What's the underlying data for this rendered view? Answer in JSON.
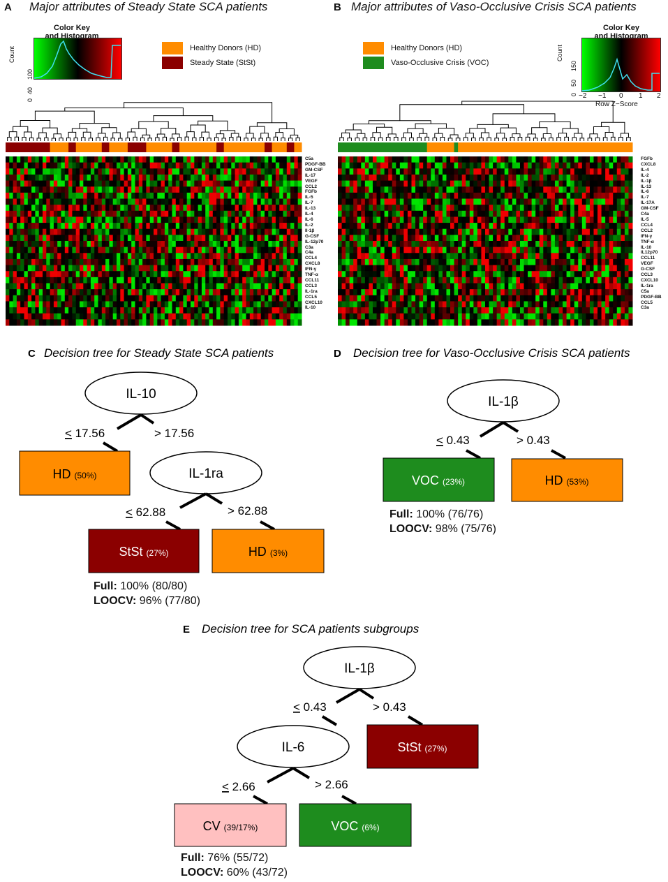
{
  "panel_a": {
    "label": "A",
    "title": "Major attributes of Steady State SCA patients",
    "color_key": {
      "title_line1": "Color Key",
      "title_line2": "and Histogram",
      "ylabel": "Count",
      "yticks": [
        "0",
        "40",
        "100"
      ]
    },
    "legend": [
      {
        "label": "Healthy Donors (HD)",
        "color": "#ff8c00"
      },
      {
        "label": "Steady State (StSt)",
        "color": "#8b0000"
      }
    ],
    "cytokines": [
      "C5a",
      "PDGF-BB",
      "GM-CSF",
      "IL-17",
      "VEGF",
      "CCL2",
      "FGFb",
      "IL-5",
      "IL-7",
      "IL-13",
      "IL-4",
      "IL-6",
      "IL-2",
      "Il-1β",
      "G-CSF",
      "IL-12p70",
      "C3a",
      "C4a",
      "CCL4",
      "CXCL8",
      "IFN-γ",
      "TNF-α",
      "CCL11",
      "CCL3",
      "IL-1ra",
      "CCL5",
      "CXCL10",
      "IL-10"
    ]
  },
  "panel_b": {
    "label": "B",
    "title": "Major attributes of Vaso-Occlusive Crisis SCA patients",
    "color_key": {
      "title_line1": "Color Key",
      "title_line2": "and Histogram",
      "ylabel": "Count",
      "yticks": [
        "0",
        "50",
        "150"
      ],
      "xticks": [
        "−2",
        "−1",
        "0",
        "1",
        "2"
      ],
      "xlabel": "Row Z−Score"
    },
    "legend": [
      {
        "label": "Healthy Donors (HD)",
        "color": "#ff8c00"
      },
      {
        "label": "Vaso-Occlusive Crisis (VOC)",
        "color": "#1e8c1e"
      }
    ],
    "cytokines": [
      "FGFb",
      "CXCL8",
      "IL-4",
      "IL-2",
      "IL-1β",
      "IL-13",
      "IL-6",
      "IL-7",
      "IL-17A",
      "GM-CSF",
      "C4a",
      "IL-5",
      "CCL4",
      "CCL2",
      "IFN-γ",
      "TNF-α",
      "IL-10",
      "IL12p70",
      "CCL11",
      "VEGF",
      "G-CSF",
      "CCL3",
      "CXCL10",
      "IL-1ra",
      "C5a",
      "PDGF-BB",
      "CCL5",
      "C3a"
    ]
  },
  "panel_c": {
    "label": "C",
    "title": "Decision tree for Steady State SCA patients",
    "root": "IL-10",
    "root_left": "17.56",
    "root_right": "> 17.56",
    "leaf1": {
      "name": "HD",
      "pct": "(50%)"
    },
    "node2": "IL-1ra",
    "node2_left": "62.88",
    "node2_right": "> 62.88",
    "leaf2": {
      "name": "StSt",
      "pct": "(27%)"
    },
    "leaf3": {
      "name": "HD",
      "pct": "(3%)"
    },
    "full_label": "Full:",
    "full_value": "100% (80/80)",
    "loocv_label": "LOOCV:",
    "loocv_value": "96% (77/80)"
  },
  "panel_d": {
    "label": "D",
    "title": "Decision tree for Vaso-Occlusive Crisis SCA patients",
    "root": "IL-1β",
    "root_left": "0.43",
    "root_right": "> 0.43",
    "leaf1": {
      "name": "VOC",
      "pct": "(23%)"
    },
    "leaf2": {
      "name": "HD",
      "pct": "(53%)"
    },
    "full_label": "Full:",
    "full_value": "100% (76/76)",
    "loocv_label": "LOOCV:",
    "loocv_value": "98% (75/76)"
  },
  "panel_e": {
    "label": "E",
    "title": "Decision tree for SCA patients subgroups",
    "root": "IL-1β",
    "root_left": "0.43",
    "root_right": "> 0.43",
    "leaf_right": {
      "name": "StSt",
      "pct": "(27%)"
    },
    "node2": "IL-6",
    "node2_left": "2.66",
    "node2_right": "> 2.66",
    "leaf_cv": {
      "name": "CV",
      "pct": "(39/17%)"
    },
    "leaf_voc": {
      "name": "VOC",
      "pct": "(6%)"
    },
    "full_label": "Full:",
    "full_value": "76% (55/72)",
    "loocv_label": "LOOCV:",
    "loocv_value": "60% (43/72)"
  },
  "colors": {
    "hd": "#ff8c00",
    "stst": "#8b0000",
    "voc": "#1e8c1e",
    "cv": "#ffc0c0"
  }
}
